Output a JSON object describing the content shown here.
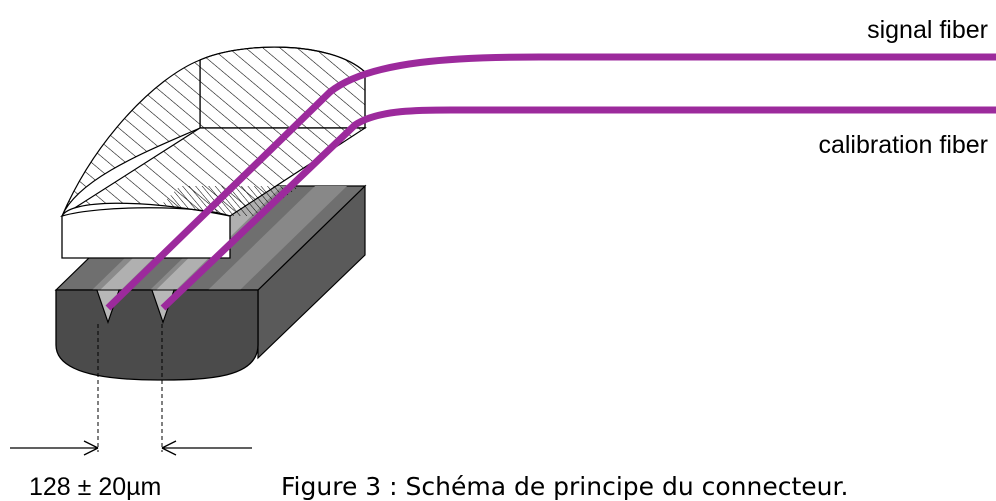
{
  "labels": {
    "signal_fiber": "signal fiber",
    "calibration_fiber": "calibration fiber",
    "spacing": "128 ± 20µm",
    "caption": "Figure 3 : Schéma de principe du connecteur."
  },
  "colors": {
    "fiber": "#9c2a9c",
    "block_dark": "#4b4b4b",
    "block_mid": "#6f6f6f",
    "groove": "#a8a8a8",
    "line": "#000000"
  }
}
